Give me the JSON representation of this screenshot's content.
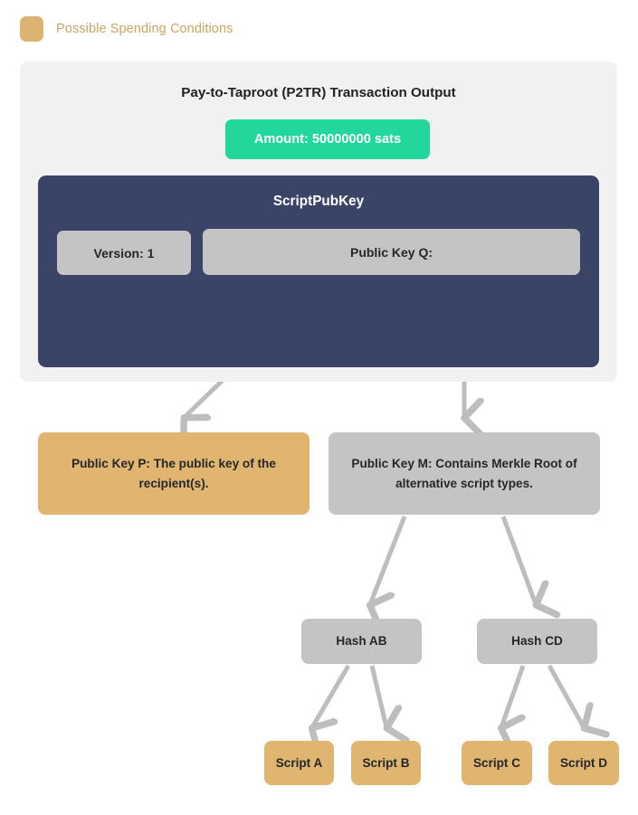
{
  "legend": {
    "swatch_icon": "legend-swatch-icon",
    "label": "Possible Spending Conditions",
    "color": "#dcb370"
  },
  "panel": {
    "title": "Pay-to-Taproot (P2TR) Transaction Output",
    "background": "#f1f1f1",
    "amount": {
      "label": "Amount: 50000000 sats",
      "color": "#21d79c"
    },
    "scriptpubkey": {
      "title": "ScriptPubKey",
      "color": "#3a4467",
      "fields": [
        {
          "label": "Version: 1"
        },
        {
          "label": "Public Key Q:"
        }
      ]
    }
  },
  "nodes": {
    "public_key_p": "Public Key P: The public key of the recipient(s).",
    "public_key_m": "Public Key M: Contains Merkle Root of alternative script types.",
    "hash_ab": "Hash AB",
    "hash_cd": "Hash CD",
    "script_a": "Script A",
    "script_b": "Script B",
    "script_c": "Script C",
    "script_d": "Script D"
  },
  "colors": {
    "tan": "#dfb570",
    "gray": "#c4c4c4",
    "navy": "#3a4467",
    "green": "#21d79c",
    "arrow": "#bdbdbd",
    "legend_text": "#cda45e"
  },
  "chart_data": {
    "type": "diagram",
    "title": "Pay-to-Taproot (P2TR) Transaction Output",
    "edges": [
      {
        "from": "Public Key Q:",
        "to": "Public Key P"
      },
      {
        "from": "Public Key Q:",
        "to": "Public Key M"
      },
      {
        "from": "Public Key M",
        "to": "Hash AB"
      },
      {
        "from": "Public Key M",
        "to": "Hash CD"
      },
      {
        "from": "Hash AB",
        "to": "Script A"
      },
      {
        "from": "Hash AB",
        "to": "Script B"
      },
      {
        "from": "Hash CD",
        "to": "Script C"
      },
      {
        "from": "Hash CD",
        "to": "Script D"
      }
    ]
  }
}
